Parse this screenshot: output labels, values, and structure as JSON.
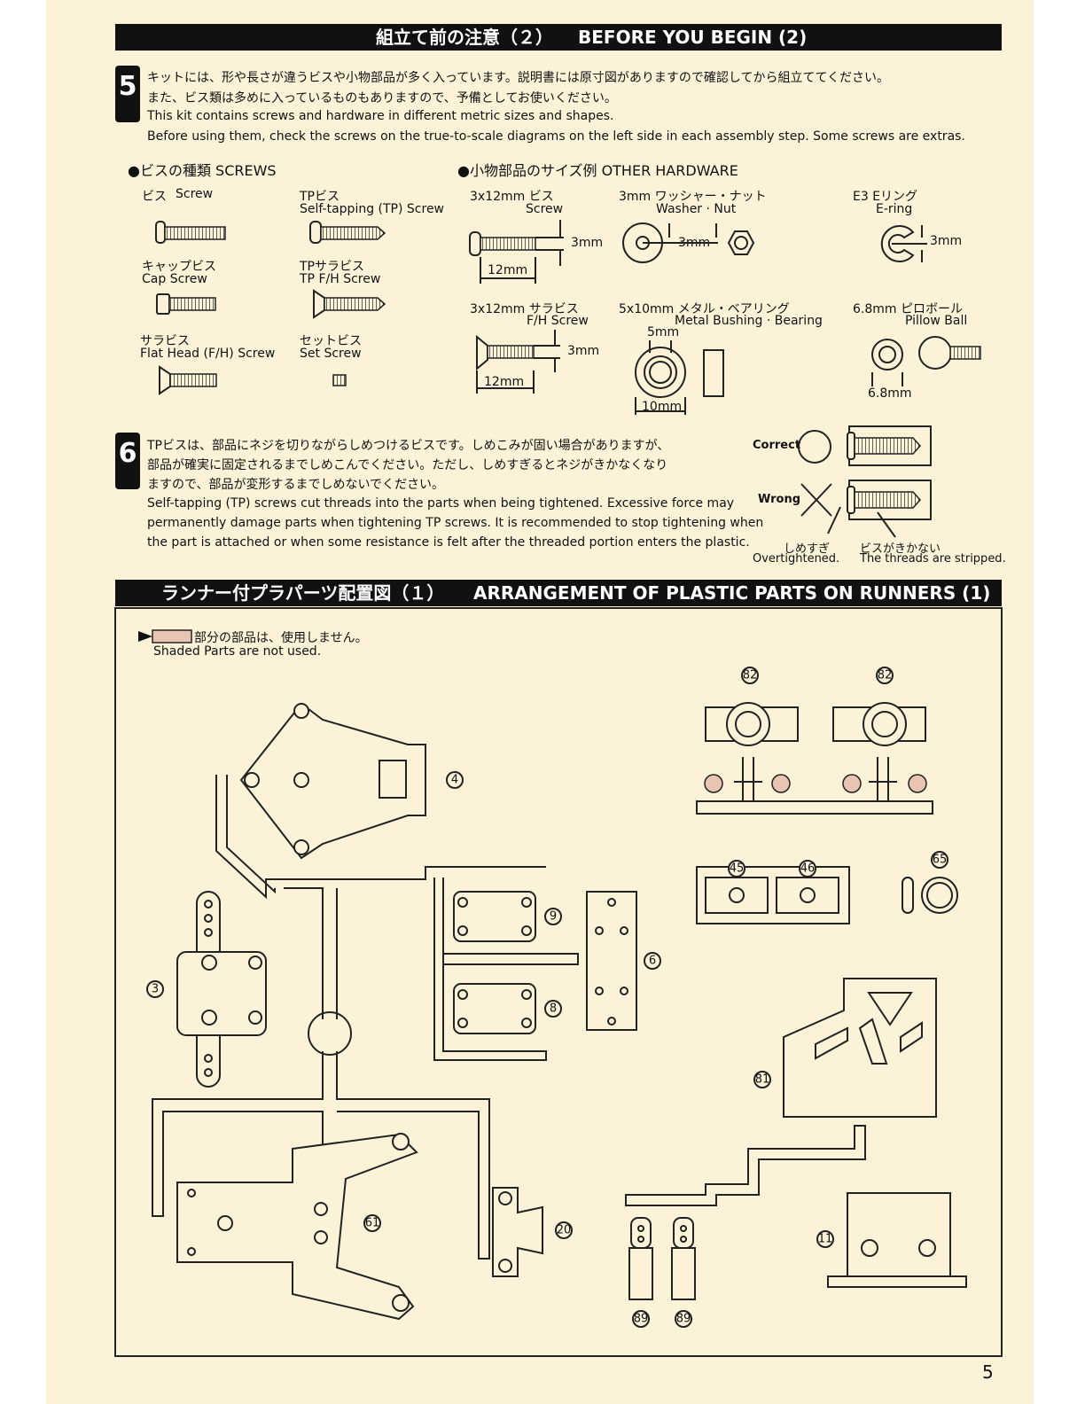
{
  "header_top": {
    "jp": "組立て前の注意（２）",
    "en": "BEFORE YOU BEGIN (2)"
  },
  "step5": {
    "number": "5",
    "jp_line1": "キットには、形や長さが違うビスや小物部品が多く入っています。説明書には原寸図がありますので確認してから組立ててください。",
    "jp_line2": "また、ビス類は多めに入っているものもありますので、予備としてお使いください。",
    "en_line1": "This kit contains screws and hardware in different metric sizes and shapes.",
    "en_line2": "Before using them, check the screws on the true-to-scale diagrams on the left side in each assembly step.  Some screws are extras."
  },
  "screws": {
    "heading": "●ビスの種類  SCREWS",
    "items": [
      {
        "jp": "ビス",
        "en": "Screw"
      },
      {
        "jp": "TPビス",
        "en": "Self-tapping (TP) Screw"
      },
      {
        "jp": "キャップビス",
        "en": "Cap Screw"
      },
      {
        "jp": "TPサラビス",
        "en": "TP F/H Screw"
      },
      {
        "jp": "サラビス",
        "en": "Flat Head (F/H) Screw"
      },
      {
        "jp": "セットビス",
        "en": "Set Screw"
      }
    ]
  },
  "hardware": {
    "heading": "●小物部品のサイズ例  OTHER HARDWARE",
    "screw_3x12": {
      "jp": "3x12mm ビス",
      "en": "Screw",
      "dim_a": "3mm",
      "dim_b": "12mm"
    },
    "washer_nut": {
      "jp": "3mm ワッシャー・ナット",
      "en": "Washer · Nut",
      "dim": "3mm"
    },
    "ering": {
      "jp": "E3 Eリング",
      "en": "E-ring",
      "dim": "3mm"
    },
    "fh_3x12": {
      "jp": "3x12mm サラビス",
      "en": "F/H Screw",
      "dim_a": "3mm",
      "dim_b": "12mm"
    },
    "bushing": {
      "jp": "5x10mm メタル・ベアリング",
      "en": "Metal Bushing · Bearing",
      "dim_a": "5mm",
      "dim_b": "10mm"
    },
    "pillow": {
      "jp": "6.8mm ピロボール",
      "en": "Pillow Ball",
      "dim": "6.8mm"
    }
  },
  "step6": {
    "number": "6",
    "jp_line1": "TPビスは、部品にネジを切りながらしめつけるビスです。しめこみが固い場合がありますが、",
    "jp_line2": "部品が確実に固定されるまでしめこんでください。ただし、しめすぎるとネジがきかなくなり",
    "jp_line3": "ますので、部品が変形するまでしめないでください。",
    "en_line1": "Self-tapping (TP) screws cut threads into the parts when being tightened.  Excessive force may",
    "en_line2": "permanently damage parts when tightening TP screws.  It is recommended to stop tightening when",
    "en_line3": "the part is attached or when some resistance is felt after the threaded portion enters the plastic.",
    "correct": "Correct",
    "wrong": "Wrong",
    "over_jp": "しめすぎ",
    "over_en": "Overtightened.",
    "strip_jp": "ビスがきかない",
    "strip_en": "The threads are stripped."
  },
  "header_bottom": {
    "jp": "ランナー付プラパーツ配置図（１）",
    "en": "ARRANGEMENT OF PLASTIC PARTS ON RUNNERS (1)"
  },
  "shaded_note": {
    "jp": "部分の部品は、使用しません。",
    "en": "Shaded Parts are not used."
  },
  "part_labels": [
    "82",
    "82",
    "4",
    "45",
    "46",
    "65",
    "9",
    "6",
    "3",
    "8",
    "81",
    "61",
    "20",
    "11",
    "89",
    "89"
  ],
  "page_number": "5",
  "colors": {
    "paper": "#fbf2d8",
    "ink": "#111111",
    "shaded": "#e8c4b2"
  }
}
